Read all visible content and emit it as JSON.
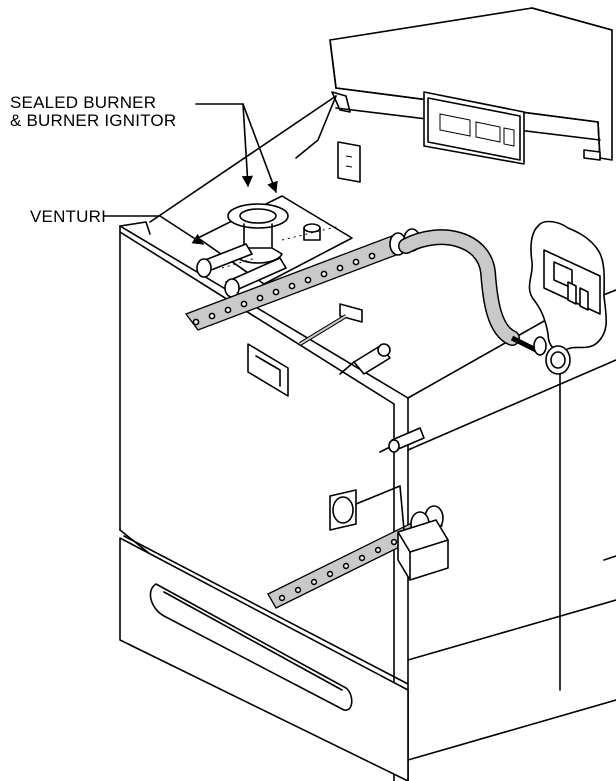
{
  "labels": {
    "sealed_burner_line1": "SEALED BURNER",
    "sealed_burner_line2": "& BURNER IGNITOR",
    "venturi": "VENTURI"
  },
  "colors": {
    "line": "#000000",
    "tube_fill": "#c9c9c9",
    "background": "#ffffff"
  }
}
